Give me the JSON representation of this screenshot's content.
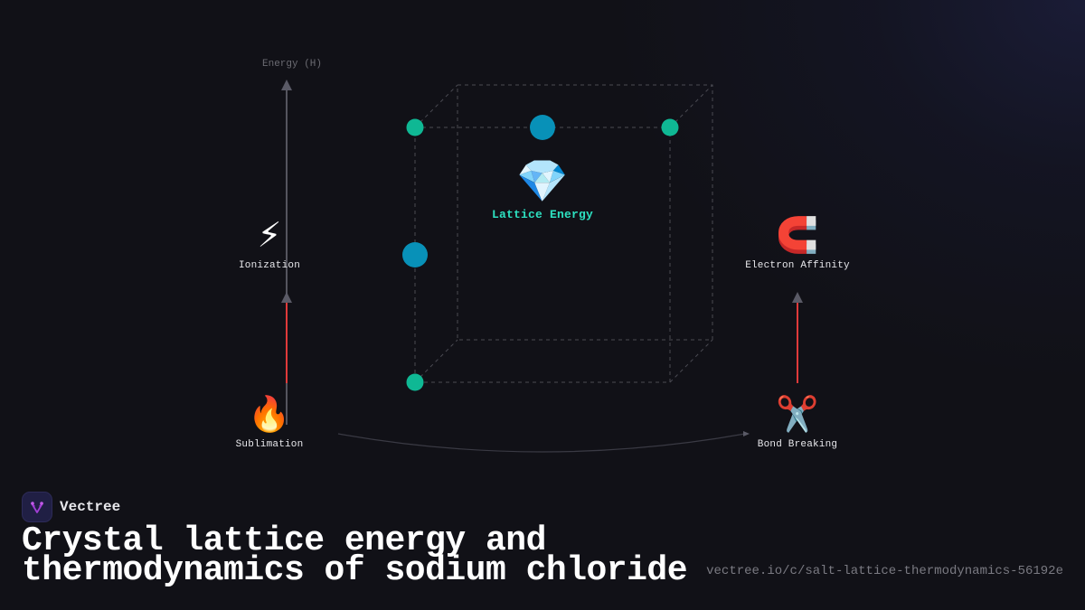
{
  "diagram": {
    "axis_label": "Energy (H)",
    "center": {
      "label": "Lattice Energy",
      "icon": "gem-icon",
      "glyph": "💎",
      "color": "#2de0c0"
    },
    "steps": [
      {
        "id": "ionization",
        "label": "Ionization",
        "icon": "lightning-icon",
        "glyph": "⚡"
      },
      {
        "id": "sublimation",
        "label": "Sublimation",
        "icon": "fire-icon",
        "glyph": "🔥"
      },
      {
        "id": "electron-affinity",
        "label": "Electron Affinity",
        "icon": "magnet-icon",
        "glyph": "🧲"
      },
      {
        "id": "bond-breaking",
        "label": "Bond Breaking",
        "icon": "scissors-icon",
        "glyph": "✂️"
      }
    ],
    "colors": {
      "background": "#111117",
      "arrow_gray": "#55555e",
      "arrow_red": "#e03a3a",
      "ion_green": "#0fb894",
      "ion_blue": "#0891b8",
      "lattice_dash": "#4a4a52"
    }
  },
  "brand": {
    "name": "Vectree"
  },
  "title": {
    "line1": "Crystal lattice energy and",
    "line2": "thermodynamics of sodium chloride"
  },
  "url": "vectree.io/c/salt-lattice-thermodynamics-56192e"
}
